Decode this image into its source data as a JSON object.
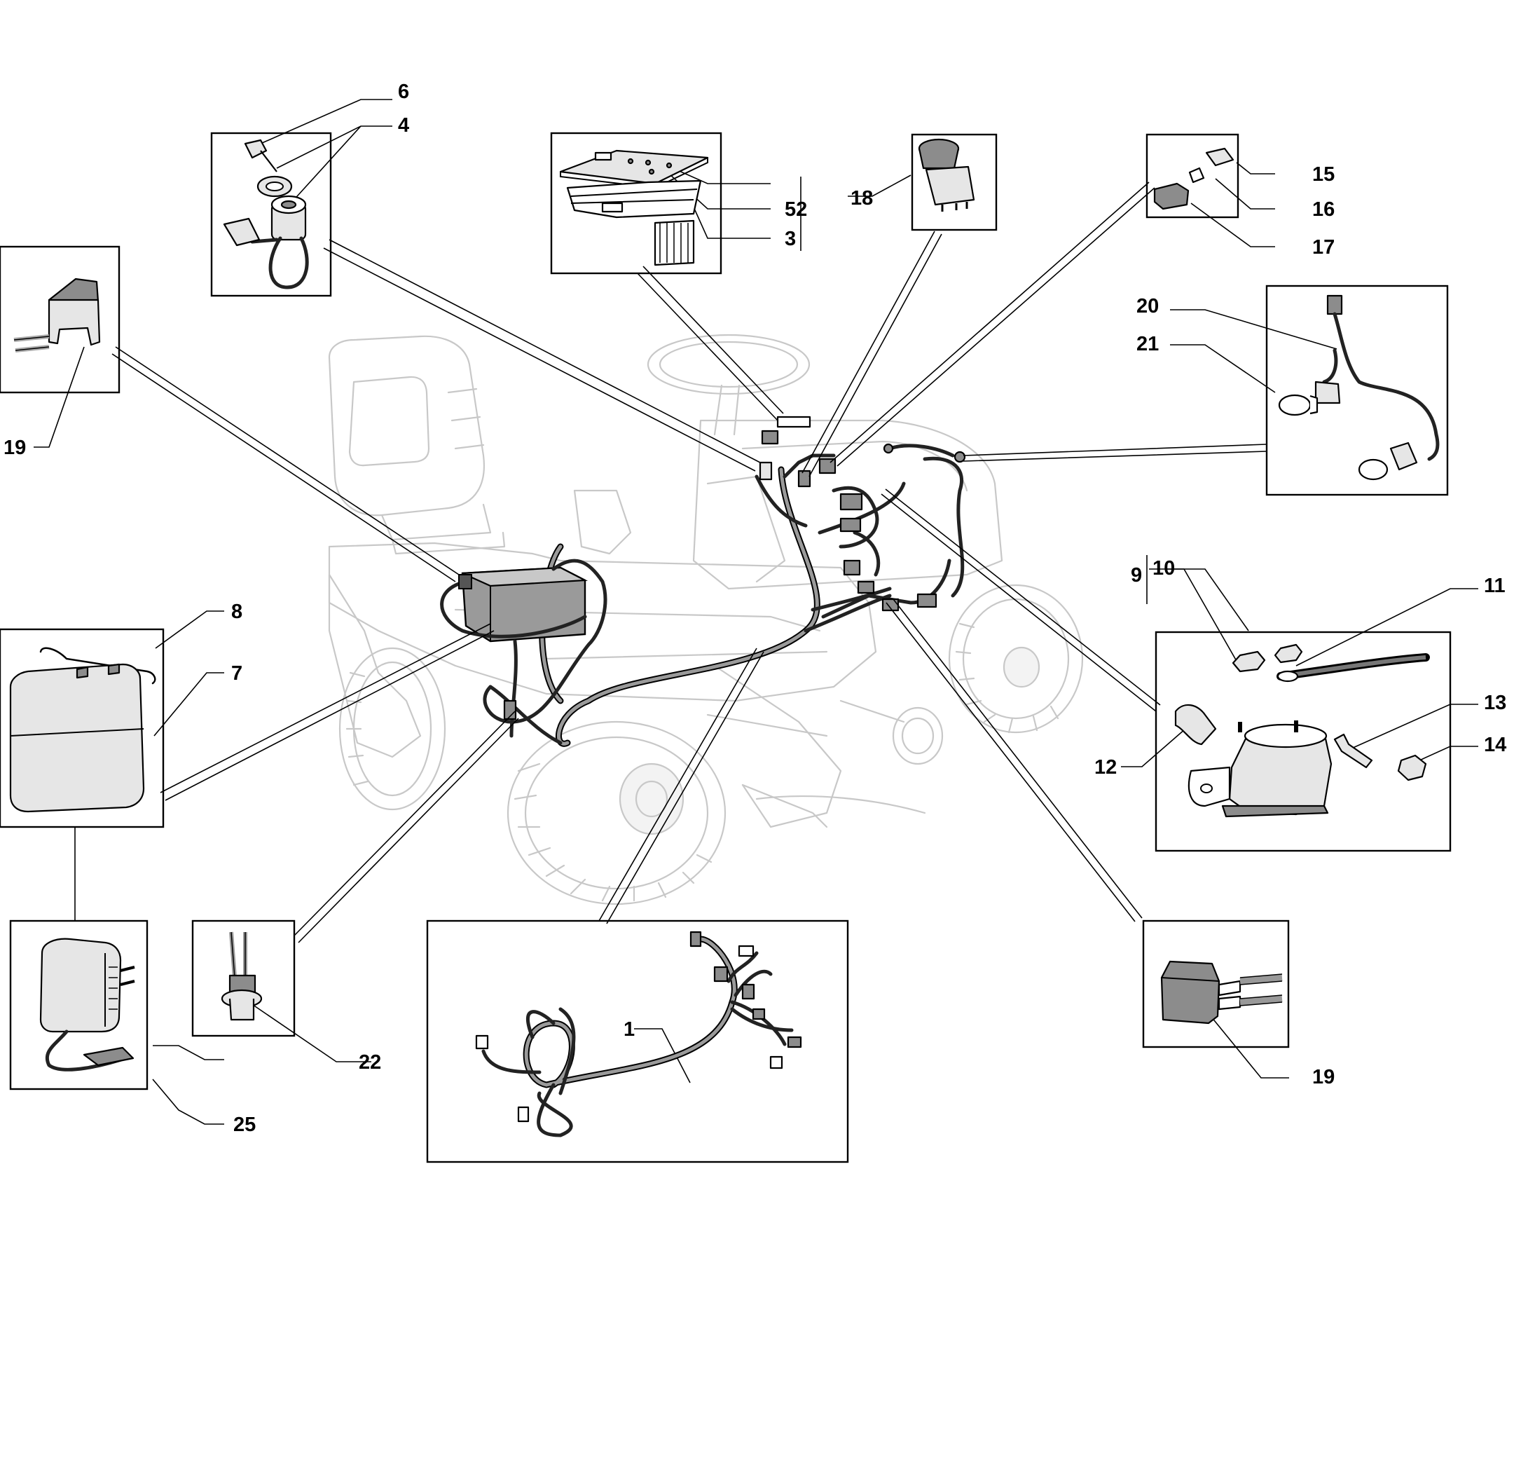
{
  "diagram": {
    "callouts": {
      "c1": "1",
      "c3": "3",
      "c4": "4",
      "c6": "6",
      "c7": "7",
      "c8": "8",
      "c9": "9",
      "c10": "10",
      "c11": "11",
      "c12": "12",
      "c13": "13",
      "c14": "14",
      "c15": "15",
      "c16": "16",
      "c17": "17",
      "c18": "18",
      "c19a": "19",
      "c19b": "19",
      "c20": "20",
      "c21": "21",
      "c22": "22",
      "c25": "25",
      "c52": "52"
    }
  }
}
